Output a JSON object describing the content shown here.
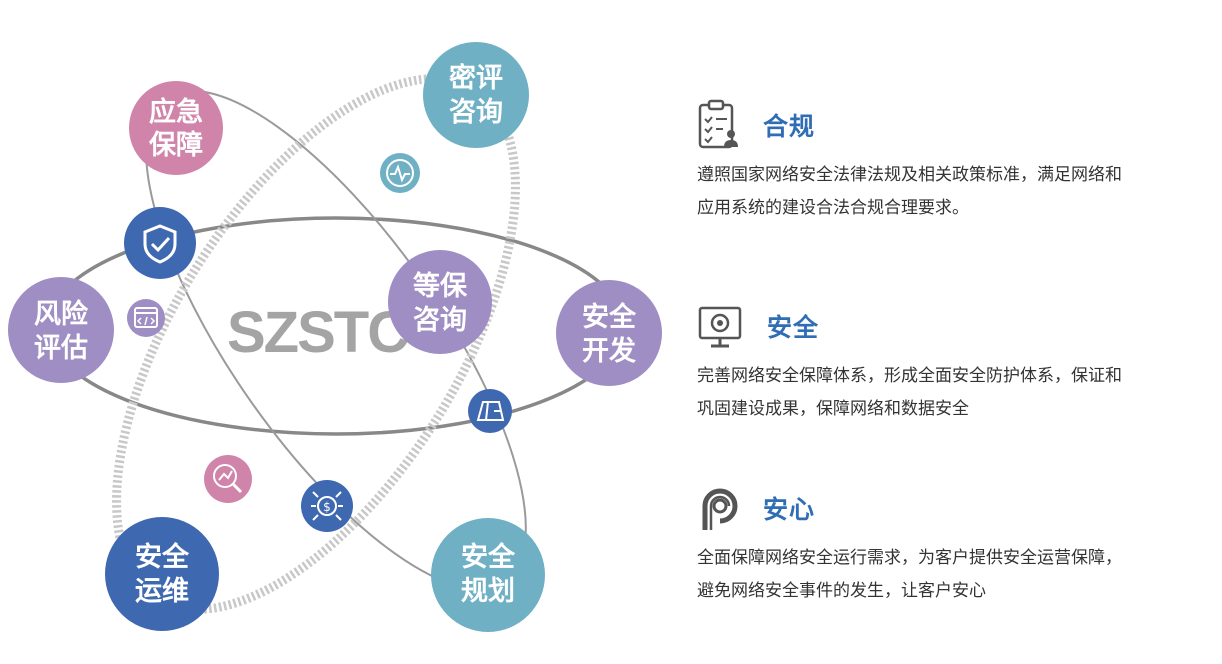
{
  "diagram": {
    "logo": "SZSTC",
    "nodes": [
      {
        "id": "emergency",
        "line1": "应急",
        "line2": "保障"
      },
      {
        "id": "crypto",
        "line1": "密评",
        "line2": "咨询"
      },
      {
        "id": "risk",
        "line1": "风险",
        "line2": "评估"
      },
      {
        "id": "mlps",
        "line1": "等保",
        "line2": "咨询"
      },
      {
        "id": "dev",
        "line1": "安全",
        "line2": "开发"
      },
      {
        "id": "ops",
        "line1": "安全",
        "line2": "运维"
      },
      {
        "id": "plan",
        "line1": "安全",
        "line2": "规划"
      }
    ],
    "colors": {
      "pink": "#d084a9",
      "teal": "#6fb0c5",
      "purple": "#9f8ec4",
      "blue": "#3e68b0",
      "arc": "#c8c8c8"
    },
    "icons": [
      "shield-icon",
      "code-window-icon",
      "pulse-monitor-icon",
      "map-icon",
      "bug-coin-icon",
      "chart-magnifier-icon"
    ]
  },
  "features": [
    {
      "icon": "clipboard-checklist-icon",
      "title": "合规",
      "desc_line1": "遵照国家网络安全法律法规及相关政策标准，满足网络和",
      "desc_line2": "应用系统的建设合法合规合理要求。"
    },
    {
      "icon": "monitor-camera-icon",
      "title": "安全",
      "desc_line1": "完善网络安全保障体系，形成全面安全防护体系，保证和",
      "desc_line2": "巩固建设成果，保障网络和数据安全"
    },
    {
      "icon": "circle-p-icon",
      "title": "安心",
      "desc_line1": "全面保障网络安全运行需求，为客户提供安全运营保障，",
      "desc_line2": "避免网络安全事件的发生，让客户安心"
    }
  ]
}
